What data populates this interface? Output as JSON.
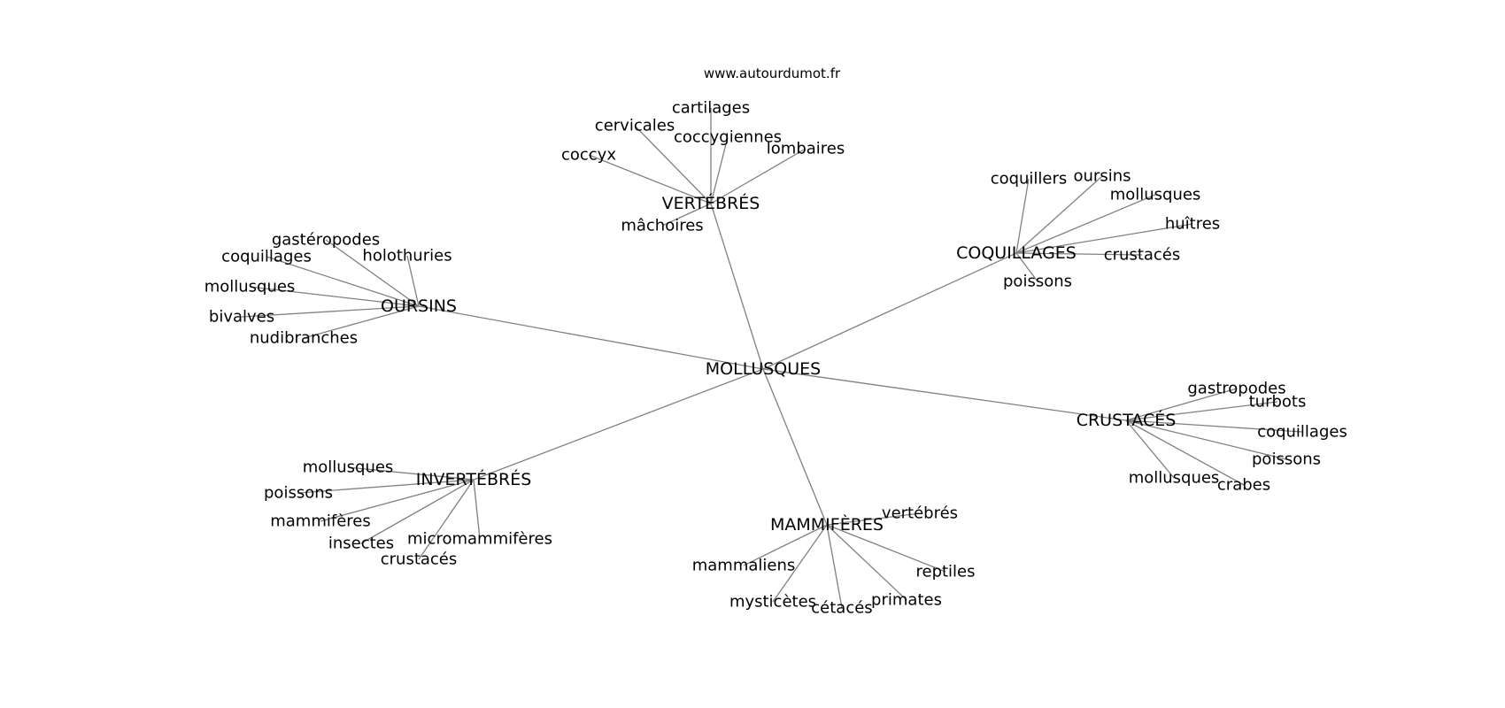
{
  "source": "www.autourdumot.fr",
  "center": {
    "id": "mollusques",
    "label": "MOLLUSQUES"
  },
  "hubs": [
    {
      "id": "vertebres",
      "label": "VERTÉBRÉS",
      "leaves": [
        {
          "id": "cartilages",
          "label": "cartilages"
        },
        {
          "id": "cervicales",
          "label": "cervicales"
        },
        {
          "id": "coccygiennes",
          "label": "coccygiennes"
        },
        {
          "id": "coccyx",
          "label": "coccyx"
        },
        {
          "id": "lombaires",
          "label": "lombaires"
        },
        {
          "id": "machoires",
          "label": "mâchoires"
        }
      ]
    },
    {
      "id": "coquillages",
      "label": "COQUILLAGES",
      "leaves": [
        {
          "id": "coquillers",
          "label": "coquillers"
        },
        {
          "id": "oursins",
          "label": "oursins"
        },
        {
          "id": "mollusques",
          "label": "mollusques"
        },
        {
          "id": "huitres",
          "label": "huîtres"
        },
        {
          "id": "crustaces",
          "label": "crustacés"
        },
        {
          "id": "poissons",
          "label": "poissons"
        }
      ]
    },
    {
      "id": "oursins",
      "label": "OURSINS",
      "leaves": [
        {
          "id": "gasteropodes",
          "label": "gastéropodes"
        },
        {
          "id": "coquillages",
          "label": "coquillages"
        },
        {
          "id": "holothuries",
          "label": "holothuries"
        },
        {
          "id": "mollusques",
          "label": "mollusques"
        },
        {
          "id": "bivalves",
          "label": "bivalves"
        },
        {
          "id": "nudibranches",
          "label": "nudibranches"
        }
      ]
    },
    {
      "id": "crustaces",
      "label": "CRUSTACÉS",
      "leaves": [
        {
          "id": "gastropodes",
          "label": "gastropodes"
        },
        {
          "id": "turbots",
          "label": "turbots"
        },
        {
          "id": "coquillages",
          "label": "coquillages"
        },
        {
          "id": "poissons",
          "label": "poissons"
        },
        {
          "id": "mollusques",
          "label": "mollusques"
        },
        {
          "id": "crabes",
          "label": "crabes"
        }
      ]
    },
    {
      "id": "invertebres",
      "label": "INVERTÉBRÉS",
      "leaves": [
        {
          "id": "mollusques",
          "label": "mollusques"
        },
        {
          "id": "poissons",
          "label": "poissons"
        },
        {
          "id": "mammiferes",
          "label": "mammifères"
        },
        {
          "id": "insectes",
          "label": "insectes"
        },
        {
          "id": "micromammiferes",
          "label": "micromammifères"
        },
        {
          "id": "crustaces",
          "label": "crustacés"
        }
      ]
    },
    {
      "id": "mammiferes",
      "label": "MAMMIFÈRES",
      "leaves": [
        {
          "id": "vertebres",
          "label": "vertébrés"
        },
        {
          "id": "mammaliens",
          "label": "mammaliens"
        },
        {
          "id": "reptiles",
          "label": "reptiles"
        },
        {
          "id": "mysticetes",
          "label": "mysticètes"
        },
        {
          "id": "cetaces",
          "label": "cétacés"
        },
        {
          "id": "primates",
          "label": "primates"
        }
      ]
    }
  ]
}
